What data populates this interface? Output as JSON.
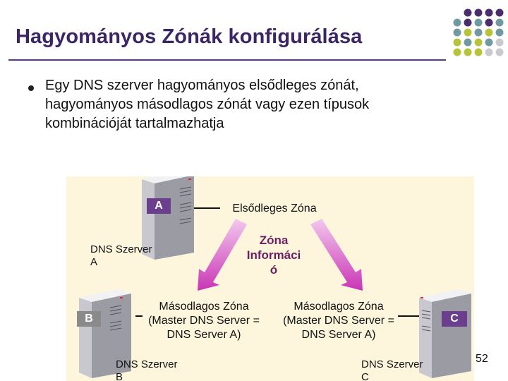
{
  "slide": {
    "title": "Hagyományos Zónák konfigurálása",
    "bullet": "Egy DNS szerver hagyományos elsődleges zónát, hagyományos másodlagos zónát vagy ezen típusok kombinációját tartalmazhatja",
    "page_number": "52"
  },
  "diagram": {
    "server_a": {
      "badge": "A",
      "label_line1": "DNS Szerver",
      "label_line2": "A"
    },
    "server_b": {
      "badge": "B",
      "label_line1": "DNS Szerver",
      "label_line2": "B"
    },
    "server_c": {
      "badge": "C",
      "label_line1": "DNS Szerver",
      "label_line2": "C"
    },
    "primary_zone": "Elsődleges Zóna",
    "zone_info": {
      "line1": "Zóna",
      "line2": "Informáci",
      "line3": "ó"
    },
    "secondary_zone_left": {
      "line1": "Másodlagos Zóna",
      "line2": "(Master DNS Server =",
      "line3": "DNS Server A)"
    },
    "secondary_zone_right": {
      "line1": "Másodlagos Zóna",
      "line2": "(Master DNS Server =",
      "line3": "DNS Server A)"
    }
  },
  "colors": {
    "title": "#3b2566",
    "diagram_bg": "#fdf6dd",
    "badge_a": "#6b3e8e",
    "badge_b": "#8a8a8a",
    "badge_c": "#6b3e8e",
    "arrow_fill": "#d53fc4",
    "dot_purple": "#4b2d6f",
    "dot_teal": "#6f9aa3",
    "dot_olive": "#b7c43a",
    "dot_gray": "#c9c9cf"
  },
  "icons": [
    "server-icon",
    "arrow-icon",
    "bullet-dot-icon",
    "decorative-dots-icon"
  ]
}
